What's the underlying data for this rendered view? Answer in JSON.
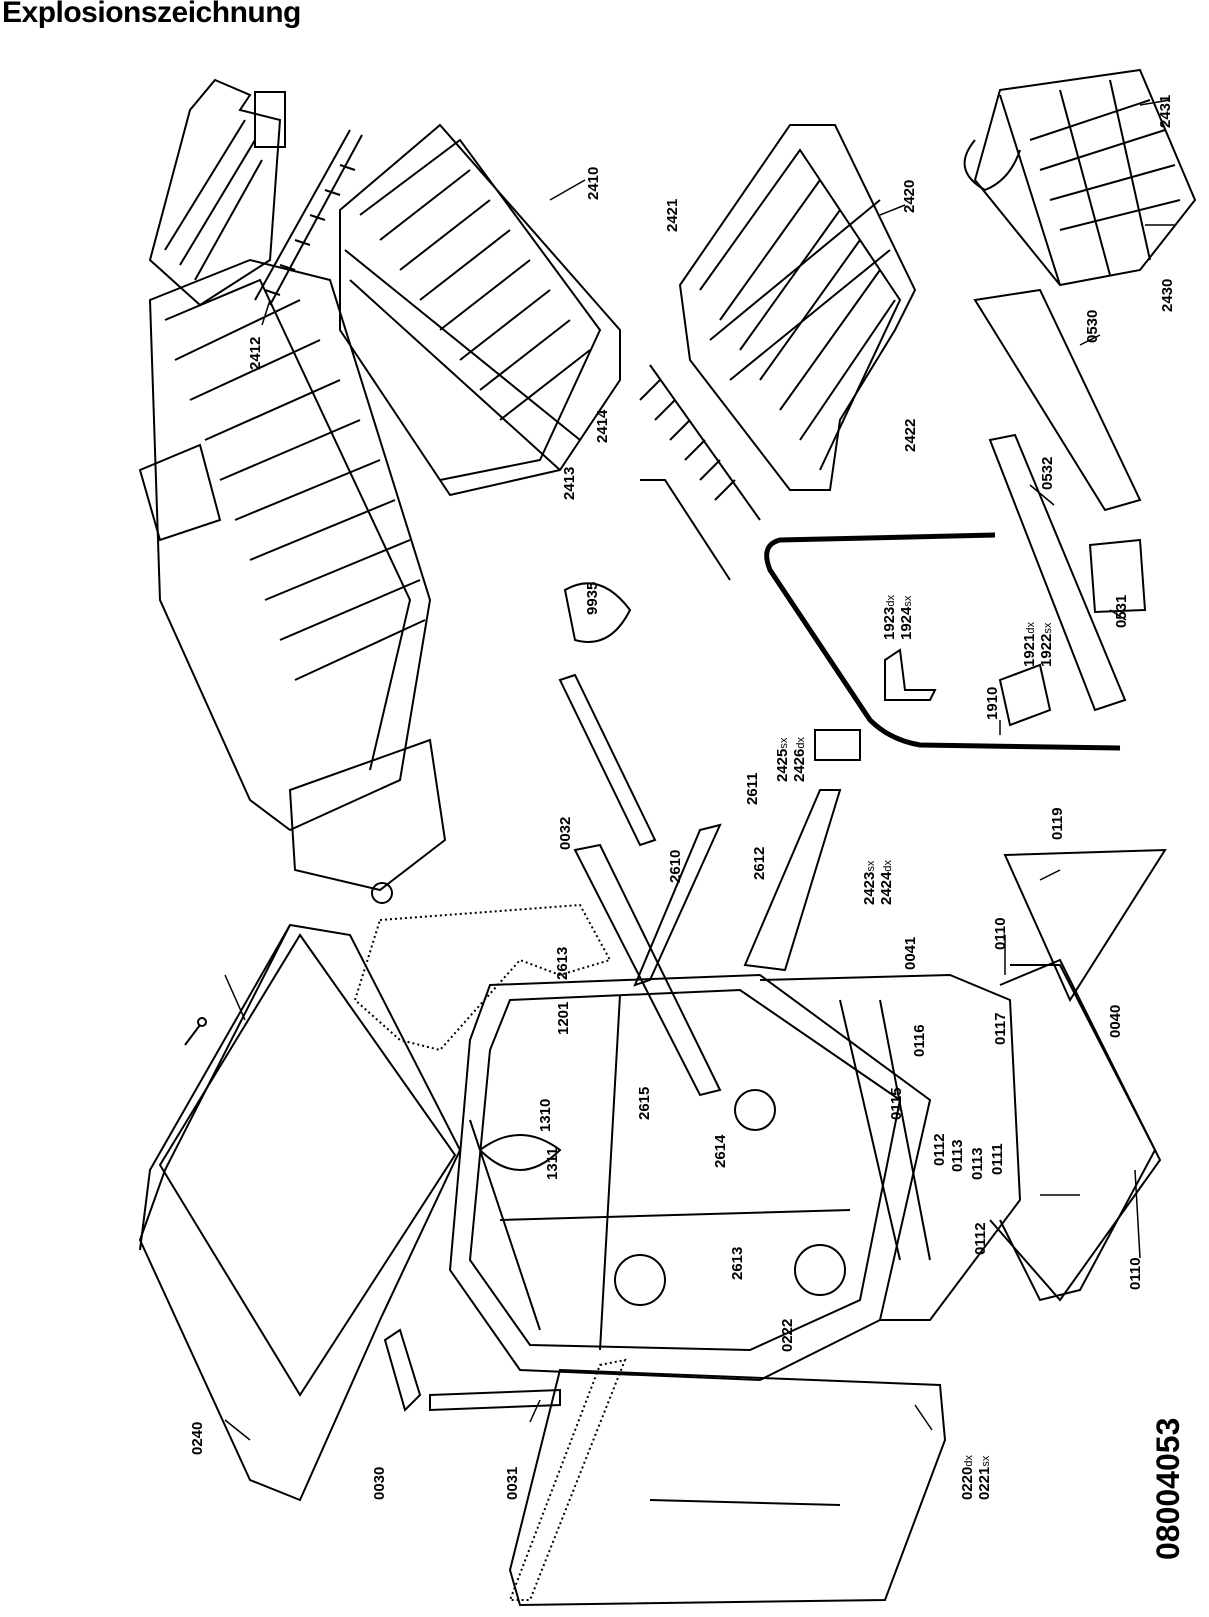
{
  "title": "Explosionszeichnung",
  "document_number": "08004053",
  "parts": {
    "p2412": "2412",
    "p2410": "2410",
    "p2414": "2414",
    "p2413": "2413",
    "p9935": "9935",
    "p2421": "2421",
    "p2420": "2420",
    "p2422": "2422",
    "p2431": "2431",
    "p2430": "2430",
    "p0530": "0530",
    "p0532": "0532",
    "p0531": "0531",
    "p1923": "1923",
    "p1923_suffix": "dx",
    "p1924": "1924",
    "p1924_suffix": "sx",
    "p1921": "1921",
    "p1921_suffix": "dx",
    "p1922": "1922",
    "p1922_suffix": "sx",
    "p1910": "1910",
    "p2425": "2425",
    "p2425_suffix": "sx",
    "p2426": "2426",
    "p2426_suffix": "dx",
    "p2611": "2611",
    "p0032": "0032",
    "p2610": "2610",
    "p2612": "2612",
    "p2423": "2423",
    "p2423_suffix": "sx",
    "p2424": "2424",
    "p2424_suffix": "dx",
    "p0119": "0119",
    "p2613a": "2613",
    "p1201": "1201",
    "p0041": "0041",
    "p0110a": "0110",
    "p0116": "0116",
    "p0117": "0117",
    "p0040": "0040",
    "p2615": "2615",
    "p0115": "0115",
    "p1310": "1310",
    "p1311": "1311",
    "p2614": "2614",
    "p0112a": "0112",
    "p0113a": "0113",
    "p0113b": "0113",
    "p0111": "0111",
    "p0112b": "0112",
    "p0110b": "0110",
    "p2613b": "2613",
    "p0222": "0222",
    "p0240": "0240",
    "p0030": "0030",
    "p0031": "0031",
    "p0220": "0220",
    "p0220_suffix": "dx",
    "p0221": "0221",
    "p0221_suffix": "sx"
  }
}
